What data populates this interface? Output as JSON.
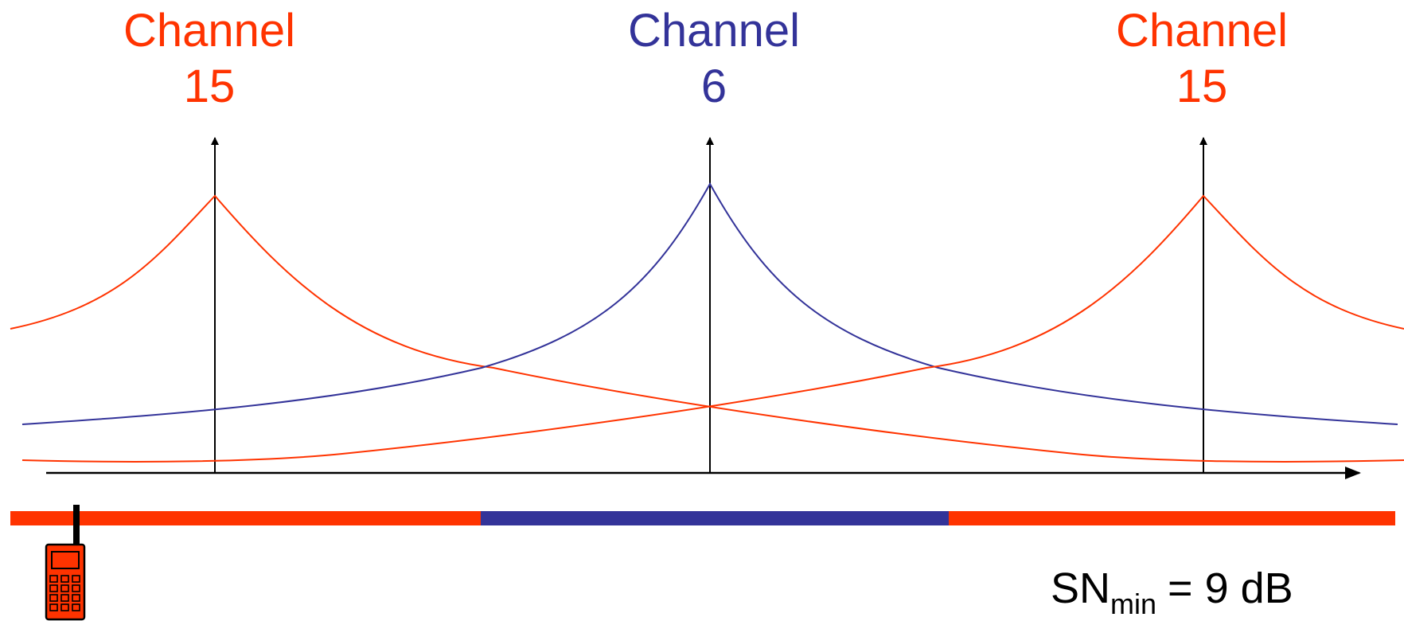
{
  "colors": {
    "channel_15": "#ff3300",
    "channel_6": "#333399",
    "axis": "#000000",
    "phone_body": "#ff3300",
    "phone_outline": "#000000"
  },
  "labels": {
    "channel_left": {
      "word": "Channel",
      "number": "15"
    },
    "channel_center": {
      "word": "Channel",
      "number": "6"
    },
    "channel_right": {
      "word": "Channel",
      "number": "15"
    }
  },
  "coverage_bar": {
    "segments": [
      {
        "channel": "15",
        "color": "#ff3300"
      },
      {
        "channel": "6",
        "color": "#333399"
      },
      {
        "channel": "15",
        "color": "#ff3300"
      }
    ]
  },
  "device": {
    "icon": "mobile-phone-icon"
  },
  "sn_min": {
    "prefix": "SN",
    "subscript": "min",
    "value": "= 9 dB"
  }
}
